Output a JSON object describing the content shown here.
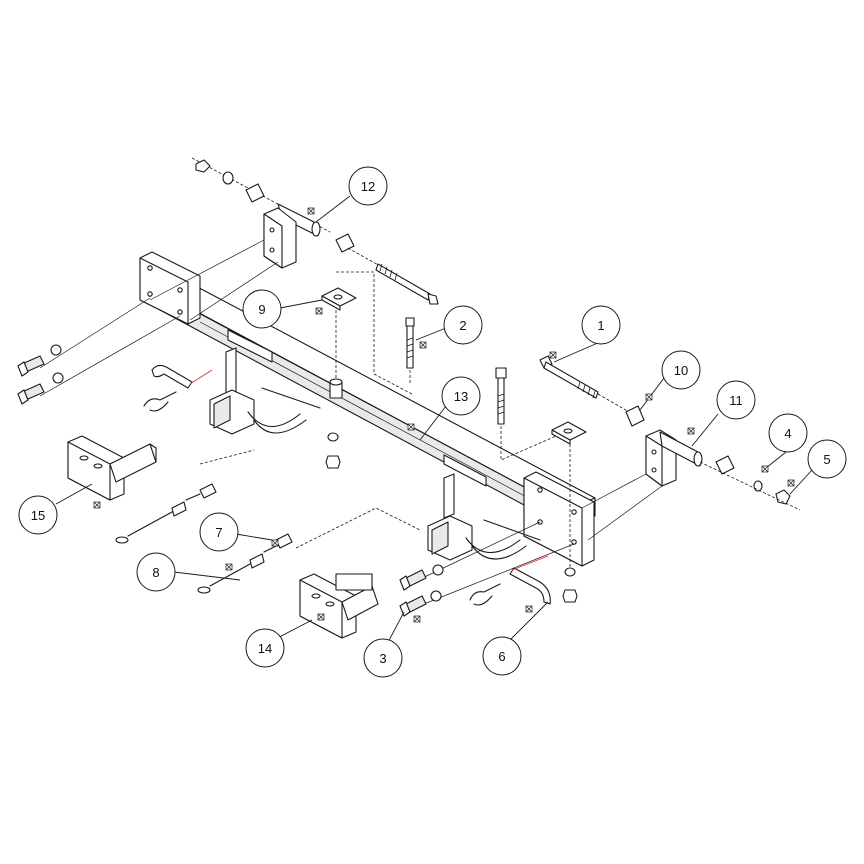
{
  "callouts": [
    {
      "number": "1"
    },
    {
      "number": "2"
    },
    {
      "number": "3"
    },
    {
      "number": "4"
    },
    {
      "number": "5"
    },
    {
      "number": "6"
    },
    {
      "number": "7"
    },
    {
      "number": "8"
    },
    {
      "number": "9"
    },
    {
      "number": "10"
    },
    {
      "number": "11"
    },
    {
      "number": "12"
    },
    {
      "number": "13"
    },
    {
      "number": "14"
    },
    {
      "number": "15"
    }
  ],
  "colors": {
    "line": "#1a1a1a",
    "accent_pin_line": "#e03030",
    "background": "#ffffff"
  }
}
